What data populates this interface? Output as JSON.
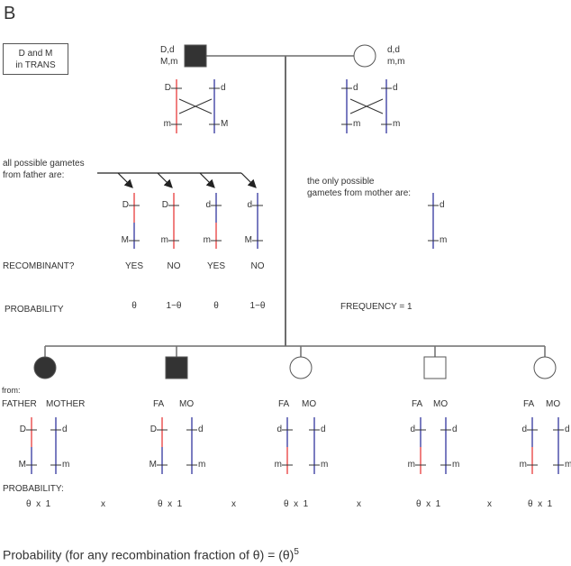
{
  "panel_label": "B",
  "phase_box": {
    "line1": "D and M",
    "line2": "in TRANS"
  },
  "colors": {
    "red": "#e8323c",
    "red_light": "#f08080",
    "blue": "#3a3c9a",
    "blue_light": "#7a7cc0",
    "line": "#6d6d6d",
    "fill": "#333333"
  },
  "father": {
    "sex": "male",
    "affected": true,
    "genotype_line1": "D,d",
    "genotype_line2": "M,m",
    "chromosomes": [
      {
        "color": "red",
        "top_label": "D",
        "bottom_label": "m",
        "label_side": "left"
      },
      {
        "color": "blue",
        "top_label": "d",
        "bottom_label": "M",
        "label_side": "right"
      }
    ]
  },
  "mother": {
    "sex": "female",
    "affected": false,
    "genotype_line1": "d,d",
    "genotype_line2": "m,m",
    "chromosomes": [
      {
        "color": "blue",
        "top_label": "d",
        "bottom_label": "m",
        "label_side": "right"
      },
      {
        "color": "blue",
        "top_label": "d",
        "bottom_label": "m",
        "label_side": "right"
      }
    ]
  },
  "father_gametes_caption": {
    "line1": "all possible gametes",
    "line2": "from father are:"
  },
  "father_gametes": [
    {
      "top_label": "D",
      "bottom_label": "M",
      "top_color": "red",
      "bottom_color": "blue",
      "recombinant": "YES",
      "probability": "θ"
    },
    {
      "top_label": "D",
      "bottom_label": "m",
      "top_color": "red",
      "bottom_color": "red",
      "recombinant": "NO",
      "probability": "1−θ"
    },
    {
      "top_label": "d",
      "bottom_label": "m",
      "top_color": "blue",
      "bottom_color": "red",
      "recombinant": "YES",
      "probability": "θ"
    },
    {
      "top_label": "d",
      "bottom_label": "M",
      "top_color": "blue",
      "bottom_color": "blue",
      "recombinant": "NO",
      "probability": "1−θ"
    }
  ],
  "mother_gametes_caption": {
    "line1": "the only possible",
    "line2": "gametes from mother are:"
  },
  "mother_gamete": {
    "top_label": "d",
    "bottom_label": "m",
    "color": "blue"
  },
  "row_labels": {
    "recombinant": "RECOMBINANT?",
    "probability": "PROBABILITY",
    "frequency": "FREQUENCY = 1"
  },
  "children_from_label": "from:",
  "children": [
    {
      "sex": "female",
      "affected": true,
      "fa_label": "FATHER",
      "mo_label": "MOTHER",
      "fa": {
        "top": "D",
        "bottom": "M",
        "top_color": "red",
        "bottom_color": "blue"
      },
      "mo": {
        "top": "d",
        "bottom": "m"
      },
      "probability": "θ  x  1",
      "separator": "x"
    },
    {
      "sex": "male",
      "affected": true,
      "fa_label": "FA",
      "mo_label": "MO",
      "fa": {
        "top": "D",
        "bottom": "M",
        "top_color": "red",
        "bottom_color": "blue"
      },
      "mo": {
        "top": "d",
        "bottom": "m"
      },
      "probability": "θ  x  1",
      "separator": "x"
    },
    {
      "sex": "female",
      "affected": false,
      "fa_label": "FA",
      "mo_label": "MO",
      "fa": {
        "top": "d",
        "bottom": "m",
        "top_color": "blue",
        "bottom_color": "red"
      },
      "mo": {
        "top": "d",
        "bottom": "m"
      },
      "probability": "θ  x  1",
      "separator": "x"
    },
    {
      "sex": "male",
      "affected": false,
      "fa_label": "FA",
      "mo_label": "MO",
      "fa": {
        "top": "d",
        "bottom": "m",
        "top_color": "blue",
        "bottom_color": "red"
      },
      "mo": {
        "top": "d",
        "bottom": "m"
      },
      "probability": "θ  x  1",
      "separator": "x"
    },
    {
      "sex": "female",
      "affected": false,
      "fa_label": "FA",
      "mo_label": "MO",
      "fa": {
        "top": "d",
        "bottom": "m",
        "top_color": "blue",
        "bottom_color": "red"
      },
      "mo": {
        "top": "d",
        "bottom": "m"
      },
      "probability": "θ  x  1",
      "separator": ""
    }
  ],
  "children_probability_label": "PROBABILITY:",
  "final_formula": {
    "text": "Probability (for any recombination fraction of θ)  =  (θ)",
    "exponent": "5"
  }
}
